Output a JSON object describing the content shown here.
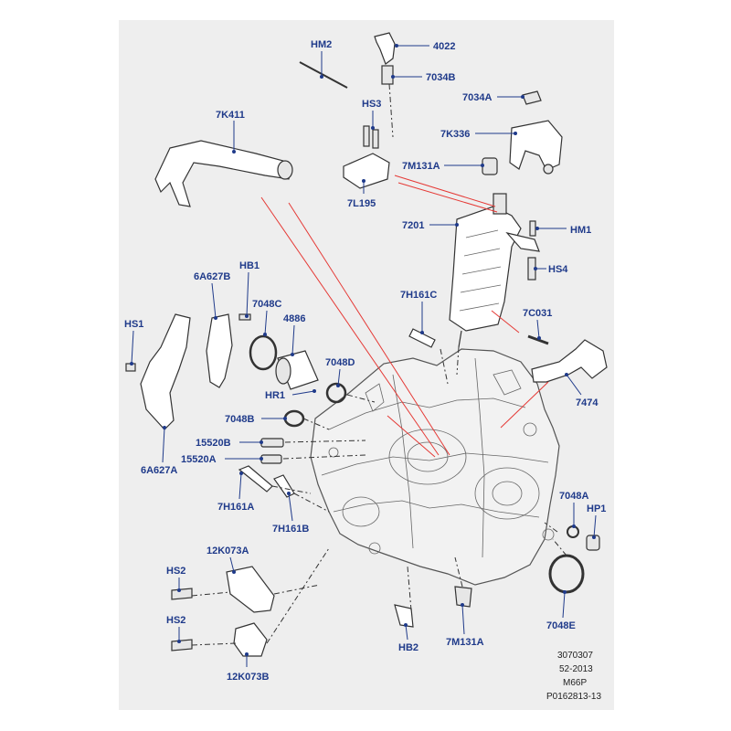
{
  "colors": {
    "label": "#1f3a8a",
    "panel": "#eeeeee",
    "red_line": "#e53935",
    "part_stroke": "#333333"
  },
  "labels": {
    "hm2": "HM2",
    "p4022": "4022",
    "p7034b": "7034B",
    "p7034a": "7034A",
    "hs3": "HS3",
    "p7k411": "7K411",
    "p7k336": "7K336",
    "p7m131a_top": "7M131A",
    "p7l195": "7L195",
    "p7201": "7201",
    "hm1": "HM1",
    "hs4": "HS4",
    "p6a627b": "6A627B",
    "hb1": "HB1",
    "p7048c": "7048C",
    "p4886": "4886",
    "hs1": "HS1",
    "p7h161c": "7H161C",
    "p7c031": "7C031",
    "p7048d": "7048D",
    "hr1": "HR1",
    "p7474": "7474",
    "p7048b": "7048B",
    "p15520b": "15520B",
    "p15520a": "15520A",
    "p6a627a": "6A627A",
    "p7h161a": "7H161A",
    "p7h161b": "7H161B",
    "p7048a": "7048A",
    "hp1": "HP1",
    "p12k073a": "12K073A",
    "hs2_top": "HS2",
    "hs2_bottom": "HS2",
    "p12k073b": "12K073B",
    "hb2": "HB2",
    "p7m131a_bottom": "7M131A",
    "p7048e": "7048E"
  },
  "reference": {
    "line1": "3070307",
    "line2": "52-2013",
    "line3": "M66P",
    "line4": "P0162813-13"
  }
}
